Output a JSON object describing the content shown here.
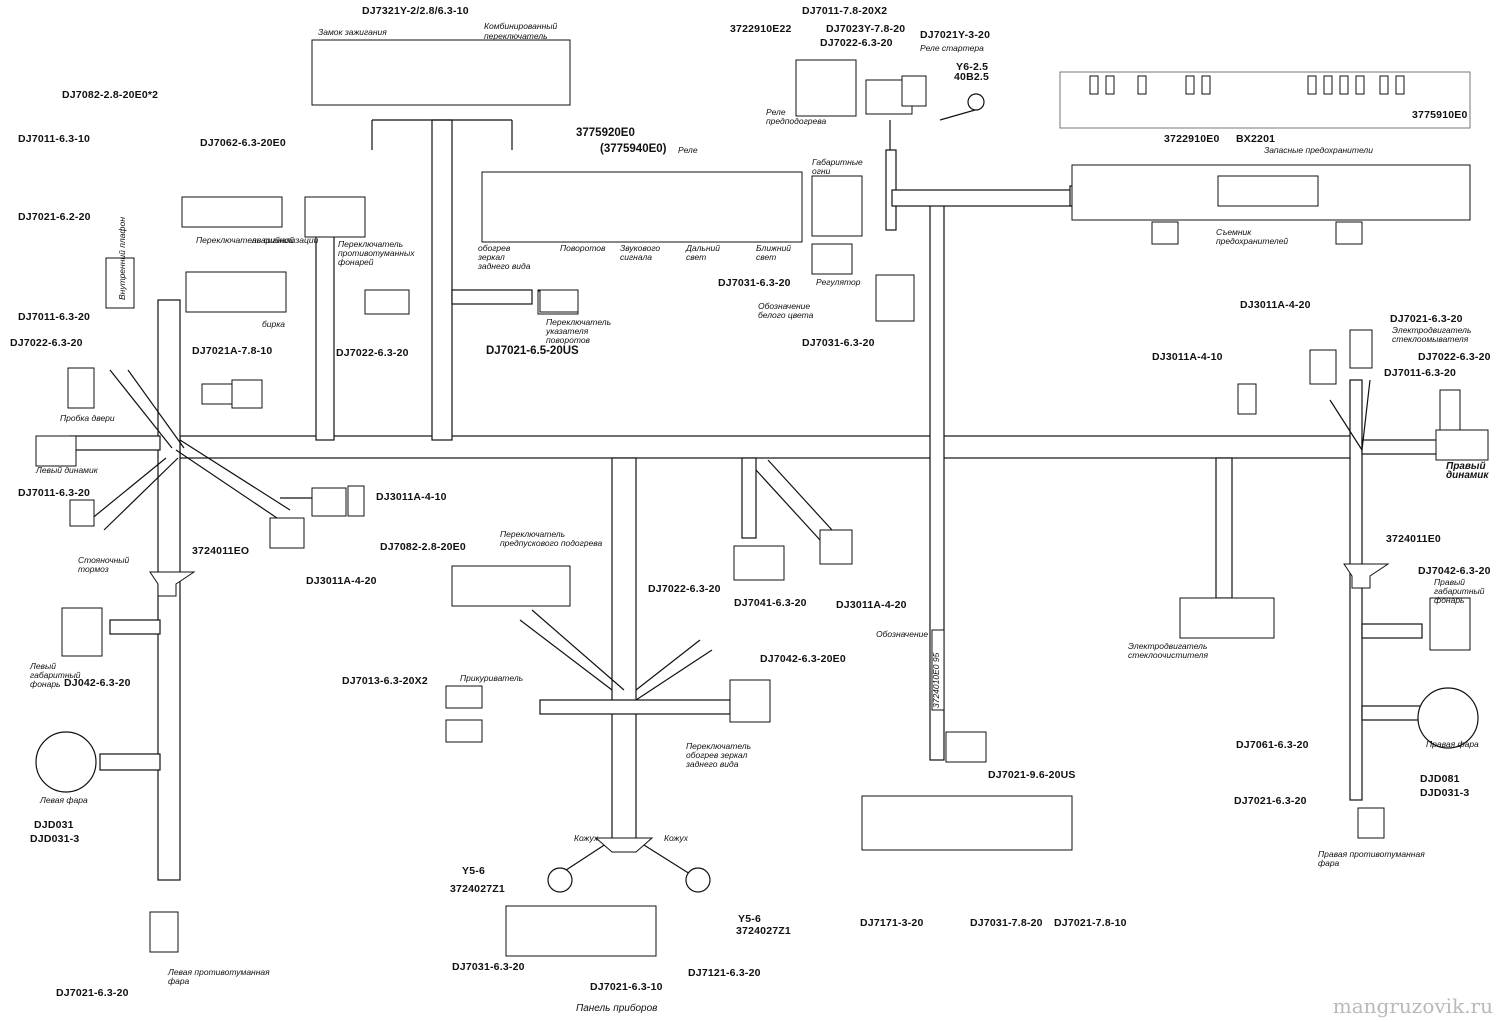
{
  "labels": {
    "dj7321": "DJ7321Y-2/2.8/6.3-10",
    "zamok": "Замок зажигания",
    "komb": "Комбинированный",
    "perekl": "переключатель",
    "dj7082_top": "DJ7082-2.8-20E0*2",
    "dj7011_left": "DJ7011-6.3-10",
    "dj7062": "DJ7062-6.3-20E0",
    "dj7021_left": "DJ7021-6.2-20",
    "dj7011_b": "DJ7011-6.3-20",
    "dj7022_l": "DJ7022-6.3-20",
    "dj7021a": "DJ7021A-7.8-10",
    "vnutr_plafon": "Внутренний плафон",
    "perekl_sign": "Переключатель сигнализации",
    "avar": "аварийной",
    "perekl_ptf": "Переключатель противотуманных фонарей",
    "bipka": "бирка",
    "prob_dveri": "Пробка двери",
    "levy_din": "Левый динамик",
    "dj7011_c": "DJ7011-6.3-20",
    "stoyan": "Стояночный тормоз",
    "dj3011a_a": "DJ3011A-4-10",
    "dj3011a_b": "DJ3011A-4-20",
    "p3724011": "3724011EO",
    "lev_gab": "Левый габаритный фонарь",
    "dj042": "DJ042-6.3-20",
    "lev_fara": "Левая фара",
    "djd031": "DJD031",
    "djd031_3": "DJD031-3",
    "dj7021_bl": "DJ7021-6.3-20",
    "lev_ptf": "Левая противотуманная фара",
    "p3722910e22": "3722910E22",
    "dj7011_78": "DJ7011-7.8-20X2",
    "dj7023y": "DJ7023Y-7.8-20",
    "dj7022_top": "DJ7022-6.3-20",
    "dj7021y": "DJ7021Y-3-20",
    "rele_start": "Реле стартера",
    "y6": "Y6-2.5",
    "b40": "40B2.5",
    "rele_pred": "Реле предподогрева",
    "p3775920": "3775920E0",
    "p3775940": "(3775940E0)",
    "rele": "Реле",
    "obogrev": "обогрев зеркал заднего вида",
    "povorot": "Поворотов",
    "zvuk": "Звукового сигнала",
    "daln": "Дальний свет",
    "blizh": "Ближний свет",
    "gabar": "Габаритные огни",
    "dj7022_c": "DJ7022-6.3-20",
    "dj7021_65": "DJ7021-6.5-20US",
    "perekl_ukaz": "Переключатель указателя поворотов",
    "dj7031_a": "DJ7031-6.3-20",
    "regul": "Регулятор",
    "obozn_bel": "Обозначение белого цвета",
    "dj7031_b": "DJ7031-6.3-20",
    "p3722910e0": "3722910E0",
    "bx2201": "BX2201",
    "p3775910": "3775910E0",
    "zapas": "Запасные предохранители",
    "sem_pred": "Съемник предохранителей",
    "dj3011a_r1": "DJ3011A-4-20",
    "dj3011a_r2": "DJ3011A-4-10",
    "dj7021_r": "DJ7021-6.3-20",
    "elektr_st": "Электродвигатель стеклоомывателя",
    "dj7022_r": "DJ7022-6.3-20",
    "dj7011_r": "DJ7011-6.3-20",
    "prav_din": "Правый динамик",
    "p3724011_r": "3724011E0",
    "dj7042_r": "DJ7042-6.3-20",
    "prav_gab": "Правый габаритный фонарь",
    "elektr_sto": "Электродвигатель стеклоочистителя",
    "dj7061": "DJ7061-6.3-20",
    "prav_fara": "Правая фара",
    "djd081": "DJD081",
    "djd031_3r": "DJD031-3",
    "dj7021_br": "DJ7021-6.3-20",
    "prav_ptf": "Правая противотуманная фара",
    "dj7082_mid": "DJ7082-2.8-20E0",
    "perekl_pred": "Переключатель предпускового подогрева",
    "dj7022_m": "DJ7022-6.3-20",
    "dj7041": "DJ7041-6.3-20",
    "dj3011a_m": "DJ3011A-4-20",
    "dj7042_m": "DJ7042-6.3-20E0",
    "dj7013": "DJ7013-6.3-20X2",
    "prikur": "Прикуриватель",
    "perekl_obogr": "Переключатель обогрев зеркал заднего вида",
    "obozn": "Обозначение",
    "p3724010": "3724010E0 95",
    "dj7021_96": "DJ7021-9.6-20US",
    "kozhuh1": "Кожух",
    "kozhuh2": "Кожух",
    "y5_l": "Y5-6",
    "z1_l": "3724027Z1",
    "y5_r": "Y5-6",
    "z1_r": "3724027Z1",
    "dj7031_p": "DJ7031-6.3-20",
    "dj7021_p": "DJ7021-6.3-10",
    "dj7121": "DJ7121-6.3-20",
    "panel": "Панель приборов",
    "dj7171": "DJ7171-3-20",
    "dj7031_78": "DJ7031-7.8-20",
    "dj7021_78": "DJ7021-7.8-10",
    "watermark": "mangruzovik.ru"
  }
}
